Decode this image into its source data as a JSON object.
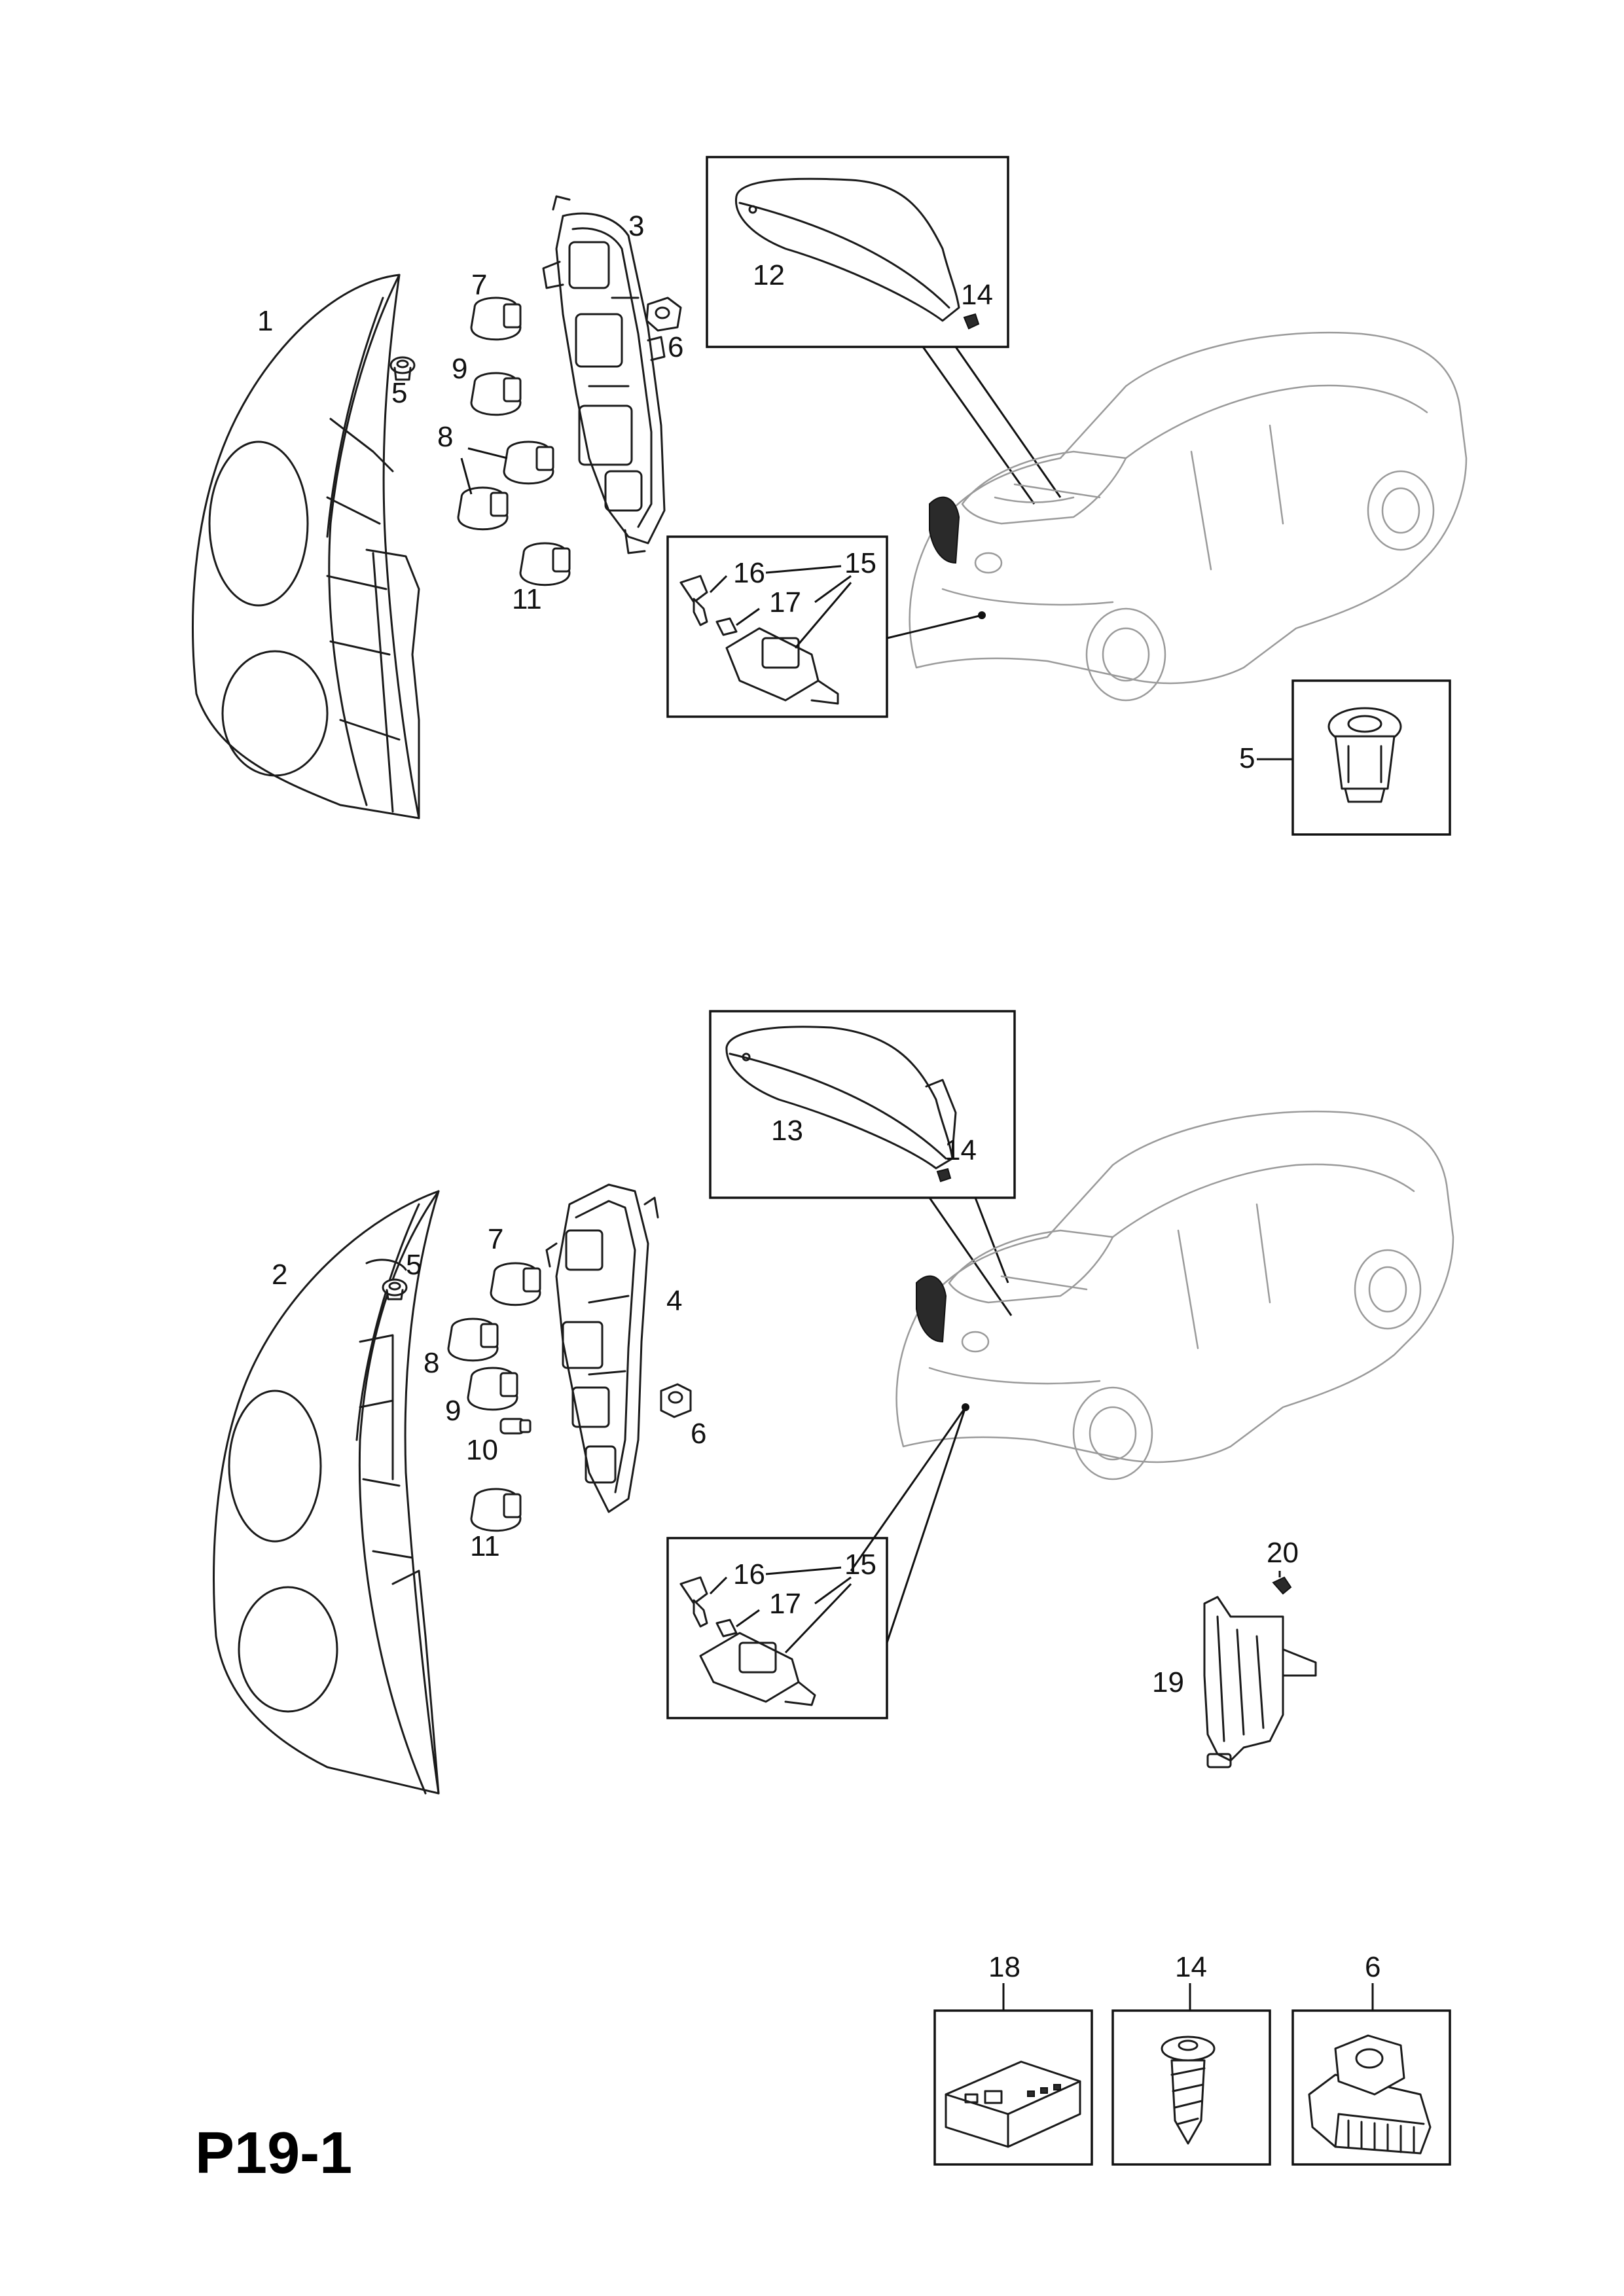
{
  "page_code": "P19-1",
  "callouts": {
    "upper": {
      "c1": "1",
      "c3": "3",
      "c5": "5",
      "c6": "6",
      "c7": "7",
      "c8": "8",
      "c9": "9",
      "c11": "11",
      "c12": "12",
      "c14": "14",
      "c15": "15",
      "c16": "16",
      "c17": "17",
      "c5_detail": "5"
    },
    "lower": {
      "c2": "2",
      "c4": "4",
      "c5": "5",
      "c6": "6",
      "c7": "7",
      "c8": "8",
      "c9": "9",
      "c10": "10",
      "c11": "11",
      "c13": "13",
      "c14": "14",
      "c15": "15",
      "c16": "16",
      "c17": "17",
      "c19": "19",
      "c20": "20"
    },
    "legend": {
      "c18": "18",
      "c14": "14",
      "c6": "6"
    }
  }
}
